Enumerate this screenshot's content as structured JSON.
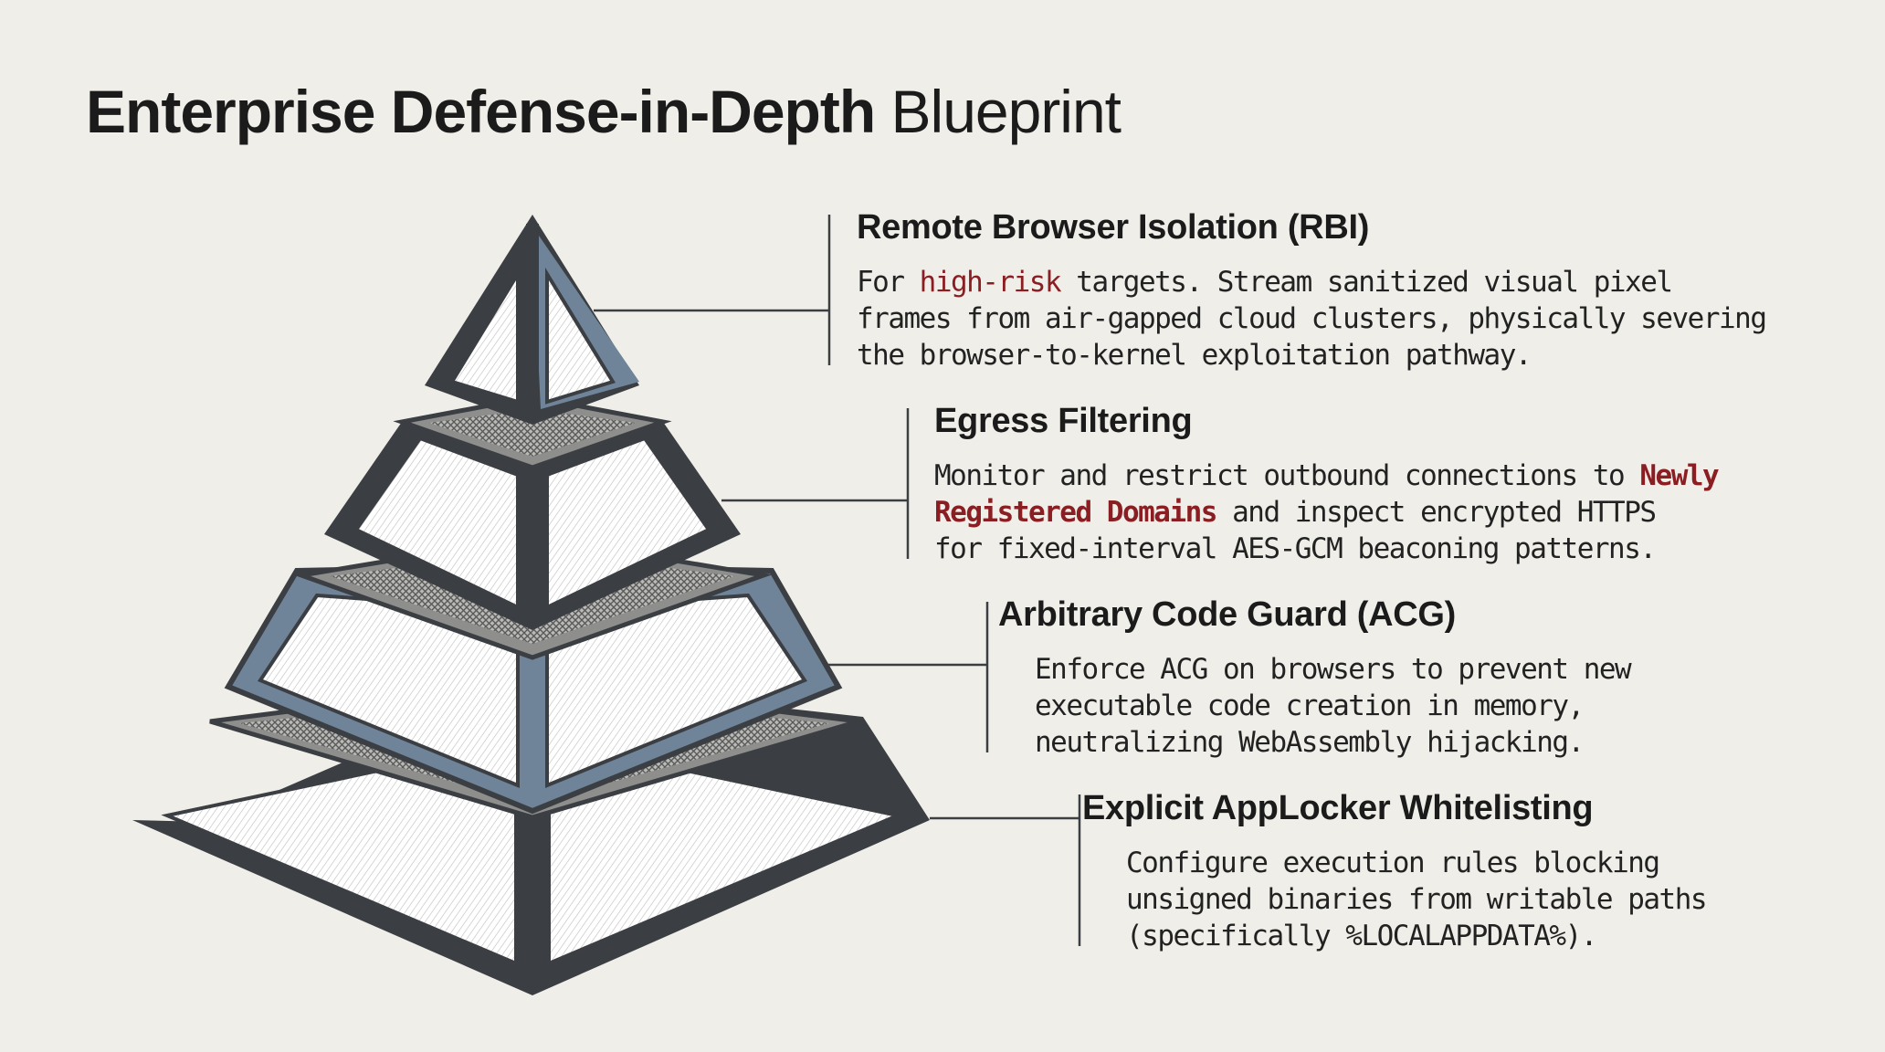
{
  "title": {
    "bold": "Enterprise Defense-in-Depth",
    "light": "Blueprint"
  },
  "layers": [
    {
      "heading": "Remote Browser Isolation (RBI)",
      "line1_pre": "For ",
      "line1_hl": "high-risk",
      "line1_post": " targets. Stream sanitized visual pixel",
      "line2": "frames from air-gapped cloud clusters, physically severing",
      "line3": "the browser-to-kernel exploitation pathway."
    },
    {
      "heading": "Egress Filtering",
      "line1_pre": "Monitor and restrict outbound connections to ",
      "line1_hl": "Newly",
      "line2_hl": "Registered Domains",
      "line2_post": " and inspect encrypted HTTPS",
      "line3": "for fixed-interval AES-GCM beaconing patterns."
    },
    {
      "heading": "Arbitrary Code Guard (ACG)",
      "line1": "Enforce ACG on browsers to prevent new",
      "line2": "executable code creation in memory,",
      "line3": "neutralizing WebAssembly hijacking."
    },
    {
      "heading": "Explicit AppLocker Whitelisting",
      "line1": "Configure execution rules blocking",
      "line2": "unsigned binaries from writable paths",
      "line3": "(specifically %LOCALAPPDATA%)."
    }
  ],
  "colors": {
    "background": "#efeee8",
    "frame_dark": "#3b3e42",
    "frame_blue": "#6f8499",
    "highlight": "#8b1e22",
    "mesh": "#8a8a8a"
  }
}
